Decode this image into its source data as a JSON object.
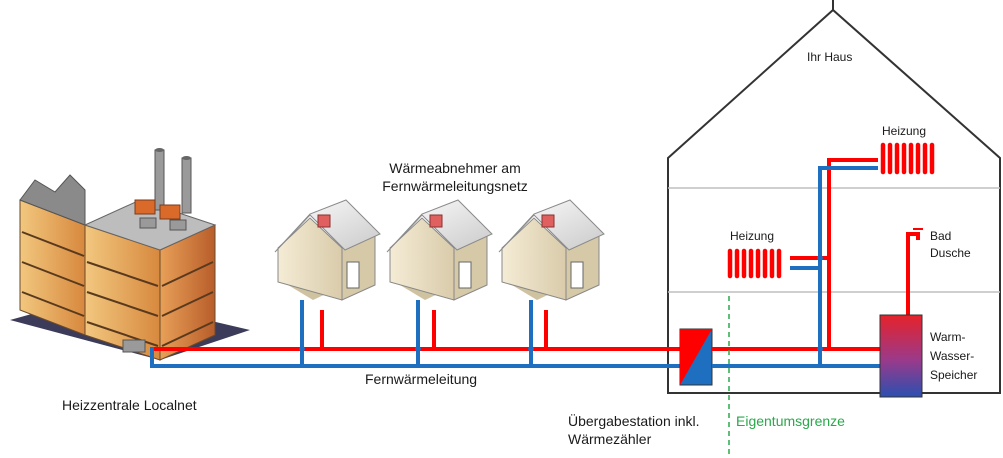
{
  "labels": {
    "central": "Heizzentrale Localnet",
    "consumers_line1": "Wärmeabnehmer am",
    "consumers_line2": "Fernwärmeleitungsnetz",
    "pipeline": "Fernwärmeleitung",
    "station_line1": "Übergabestation inkl.",
    "station_line2": "Wärmezähler",
    "boundary": "Eigentumsgrenze",
    "house": "Ihr Haus",
    "heating_top": "Heizung",
    "heating_mid": "Heizung",
    "bath_line1": "Bad",
    "bath_line2": "Dusche",
    "storage_line1": "Warm-",
    "storage_line2": "Wasser-",
    "storage_line3": "Speicher"
  },
  "colors": {
    "supply": "#ff0000",
    "return": "#1e6fc0",
    "boundary": "#2aa84a",
    "outline": "#333333",
    "floor_line": "#bfbfbf"
  }
}
